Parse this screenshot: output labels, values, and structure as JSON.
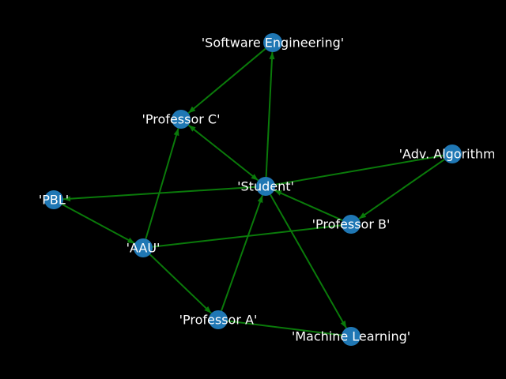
{
  "colors": {
    "background": "#000000",
    "node": "#1f77b4",
    "edge": "#0a7a0a",
    "label": "#ffffff"
  },
  "nodes": [
    {
      "id": "software-engineering",
      "label": "'Software Engineering'"
    },
    {
      "id": "professor-c",
      "label": "'Professor C'"
    },
    {
      "id": "adv-algorithms",
      "label": "'Adv. Algorithms'"
    },
    {
      "id": "pbl",
      "label": "'PBL'"
    },
    {
      "id": "student",
      "label": "'Student'"
    },
    {
      "id": "professor-b",
      "label": "'Professor B'"
    },
    {
      "id": "aau",
      "label": "'AAU'"
    },
    {
      "id": "professor-a",
      "label": "'Professor A'"
    },
    {
      "id": "machine-learning",
      "label": "'Machine Learning'"
    }
  ],
  "edges": [
    {
      "from": "student",
      "to": "software-engineering",
      "arrow": "end"
    },
    {
      "from": "software-engineering",
      "to": "professor-c",
      "arrow": "end"
    },
    {
      "from": "professor-c",
      "to": "student",
      "arrow": "both"
    },
    {
      "from": "aau",
      "to": "professor-c",
      "arrow": "end"
    },
    {
      "from": "student",
      "to": "pbl",
      "arrow": "end"
    },
    {
      "from": "adv-algorithms",
      "to": "student",
      "arrow": "none"
    },
    {
      "from": "adv-algorithms",
      "to": "professor-b",
      "arrow": "end"
    },
    {
      "from": "professor-b",
      "to": "student",
      "arrow": "end"
    },
    {
      "from": "pbl",
      "to": "aau",
      "arrow": "end"
    },
    {
      "from": "aau",
      "to": "professor-b",
      "arrow": "none"
    },
    {
      "from": "aau",
      "to": "professor-a",
      "arrow": "end"
    },
    {
      "from": "professor-a",
      "to": "student",
      "arrow": "end"
    },
    {
      "from": "student",
      "to": "machine-learning",
      "arrow": "end"
    },
    {
      "from": "professor-a",
      "to": "machine-learning",
      "arrow": "none"
    }
  ]
}
